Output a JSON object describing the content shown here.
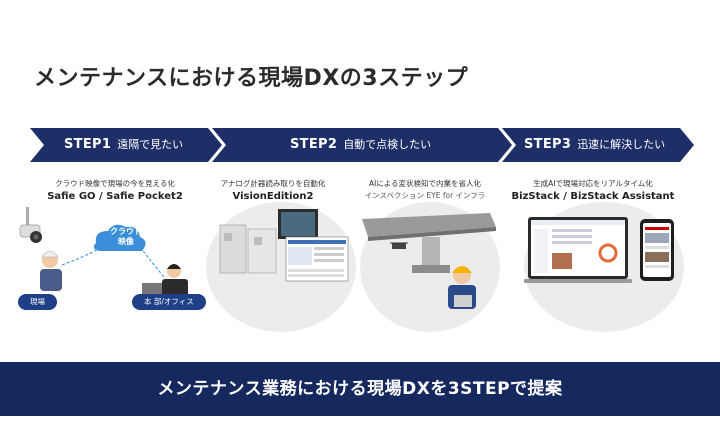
{
  "page_title": "メンテナンスにおける現場DXの3ステップ",
  "steps": [
    {
      "num": "STEP1",
      "label": "遠隔で見たい"
    },
    {
      "num": "STEP2",
      "label": "自動で点検したい"
    },
    {
      "num": "STEP3",
      "label": "迅速に解決したい"
    }
  ],
  "step1": {
    "subtitle": "クラウド映像で現場の今を見える化",
    "product": "Safie GO / Safie Pocket2",
    "cloud_label": "クラウド\n映像",
    "tag_site": "現場",
    "tag_office": "本 部/オフィス"
  },
  "step2a": {
    "subtitle": "アナログ計器読み取りを自動化",
    "product": "VisionEdition2"
  },
  "step2b": {
    "subtitle": "AIによる変状検知で内業を省人化",
    "subtitle2": "インスペクション EYE for インフラ"
  },
  "step3": {
    "subtitle": "生成AIで現場対応をリアルタイム化",
    "product": "BizStack / BizStack Assistant"
  },
  "banner": "メンテナンス業務における現場DXを3STEPで提案",
  "colors": {
    "navy": "#16295e",
    "arrow": "#1d2f66",
    "accent": "#1f3f86",
    "circle": "#ececec"
  }
}
